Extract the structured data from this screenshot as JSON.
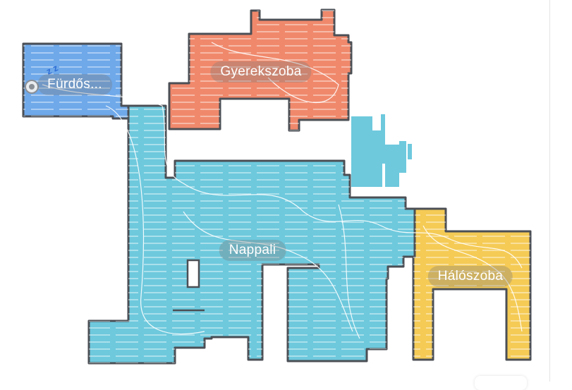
{
  "map": {
    "rooms": [
      {
        "id": "furdoszoba",
        "label": "Fürdős...",
        "color": "#6fa9ea"
      },
      {
        "id": "gyerekszoba",
        "label": "Gyerekszoba",
        "color": "#f0896c"
      },
      {
        "id": "nappali",
        "label": "Nappali",
        "color": "#6ec9dd"
      },
      {
        "id": "haloszoba",
        "label": "Hálószoba",
        "color": "#f5cb56"
      }
    ],
    "robot_status": {
      "sleeping_glyph": "z z"
    },
    "colors": {
      "wall": "#4b4f55",
      "path": "#ffffff",
      "background": "#ffffff"
    }
  }
}
